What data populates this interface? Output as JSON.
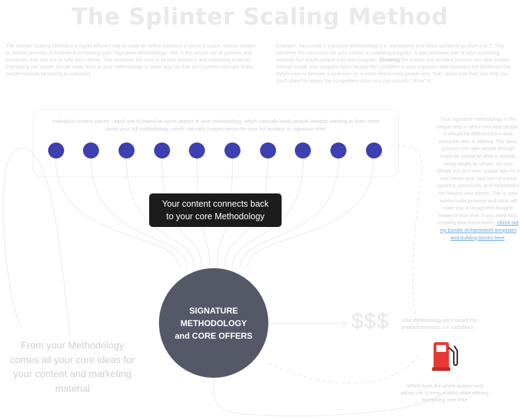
{
  "title": "The Splinter Scaling Method",
  "intro_left": "The Splinter Scaling Method is a highly efficient way to scale an online business if you're a coach, course creator, or service provider. It involves first creating your \"Signature Methodology\" -this is the unique set of systems and processes that you use to help your clients. This becomes the core of all your products and marketing material. Everything you create should relate back to your methodology in some way (so that your content naturally leads people towards becoming a customer)",
  "intro_right": {
    "before": "Example: You create a signature methodology (i.e. framework) that helps someone go from A to Z. This becomes the curriculum for your course or coaching program. It also becomes part of your marketing material that extolls people into your program. ",
    "bold": "Showing",
    "after": " the unique and detailed process you take people through inside your program helps people feel confident in your expertise and increases the likelihood that they'll want to become a customer (in a world where most people only \"talk\" about how they can help you, you'll stand far above the competition when you can actually \"show\" it)"
  },
  "content_pieces": {
    "description": "Individual content pieces - each one is based on some aspect of your methodology, which naturally leads people towards wanting to learn more about your full methodology, which naturally creates desire for your full solution or signature offer.",
    "count": 10,
    "dot_color": "#3d40b0"
  },
  "callout": {
    "line1": "Your content connects back",
    "line2": "to your core Methodology"
  },
  "core": {
    "line1": "SIGNATURE",
    "line2": "METHODOLOGY",
    "line3": "and CORE OFFERS",
    "color": "#555867"
  },
  "sidebar": {
    "text": "Your signature methodology is the unique way in which you help people. It should be different from what everyone else is offering. The basic process you take people through might be similar to what is already being taught by others, but you should put your own unique spin on it and create your own one-of-a-kind systems, processes, and frameworks for helping your clients. This is your intellectually property and what will make you a recognized thought-leader in due time. If you need help creating your frameworks, ",
    "link": "check out my bundle of framework templates and building blocks here",
    "end": "."
  },
  "money": {
    "symbol": "$$$",
    "description": "Your methodology gets turned into products/services (i.e. cashflow)"
  },
  "fuel": {
    "icon": "fuel-pump-icon",
    "color": "#e53935",
    "description": "Which fuels the whole system and allows me to keep scaling while refining everything over time"
  },
  "origin": "From your Methodology comes all your core ideas for your content and marketing material"
}
